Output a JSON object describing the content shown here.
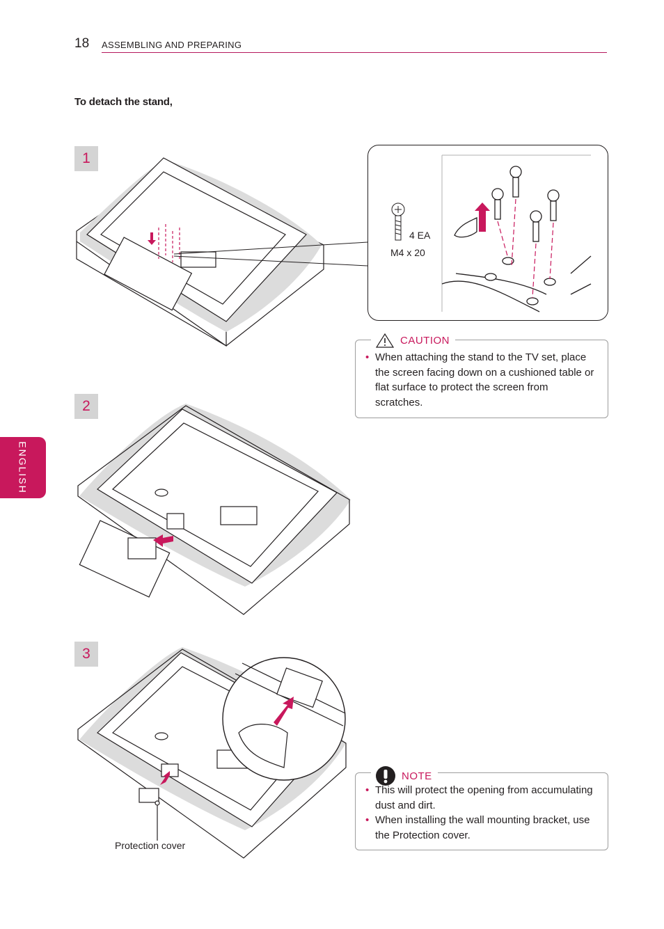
{
  "header": {
    "page_number": "18",
    "section": "ASSEMBLING AND PREPARING"
  },
  "intro": "To detach the stand,",
  "steps": [
    "1",
    "2",
    "3"
  ],
  "sidebar_tab": "ENGLISH",
  "screw_spec": {
    "quantity": "4 EA",
    "size": "M4 x 20"
  },
  "caution": {
    "label": "CAUTION",
    "items": [
      "When attaching the stand to the TV set, place the screen facing down on a cushioned table or flat surface to protect the screen from scratches."
    ]
  },
  "note": {
    "label": "NOTE",
    "items": [
      "This will protect the opening from accumulating dust and dirt.",
      "When installing the wall mounting bracket, use the Protection cover."
    ]
  },
  "callout_label": "Protection cover",
  "colors": {
    "accent": "#c8185c",
    "badge": "#d4d4d4"
  }
}
